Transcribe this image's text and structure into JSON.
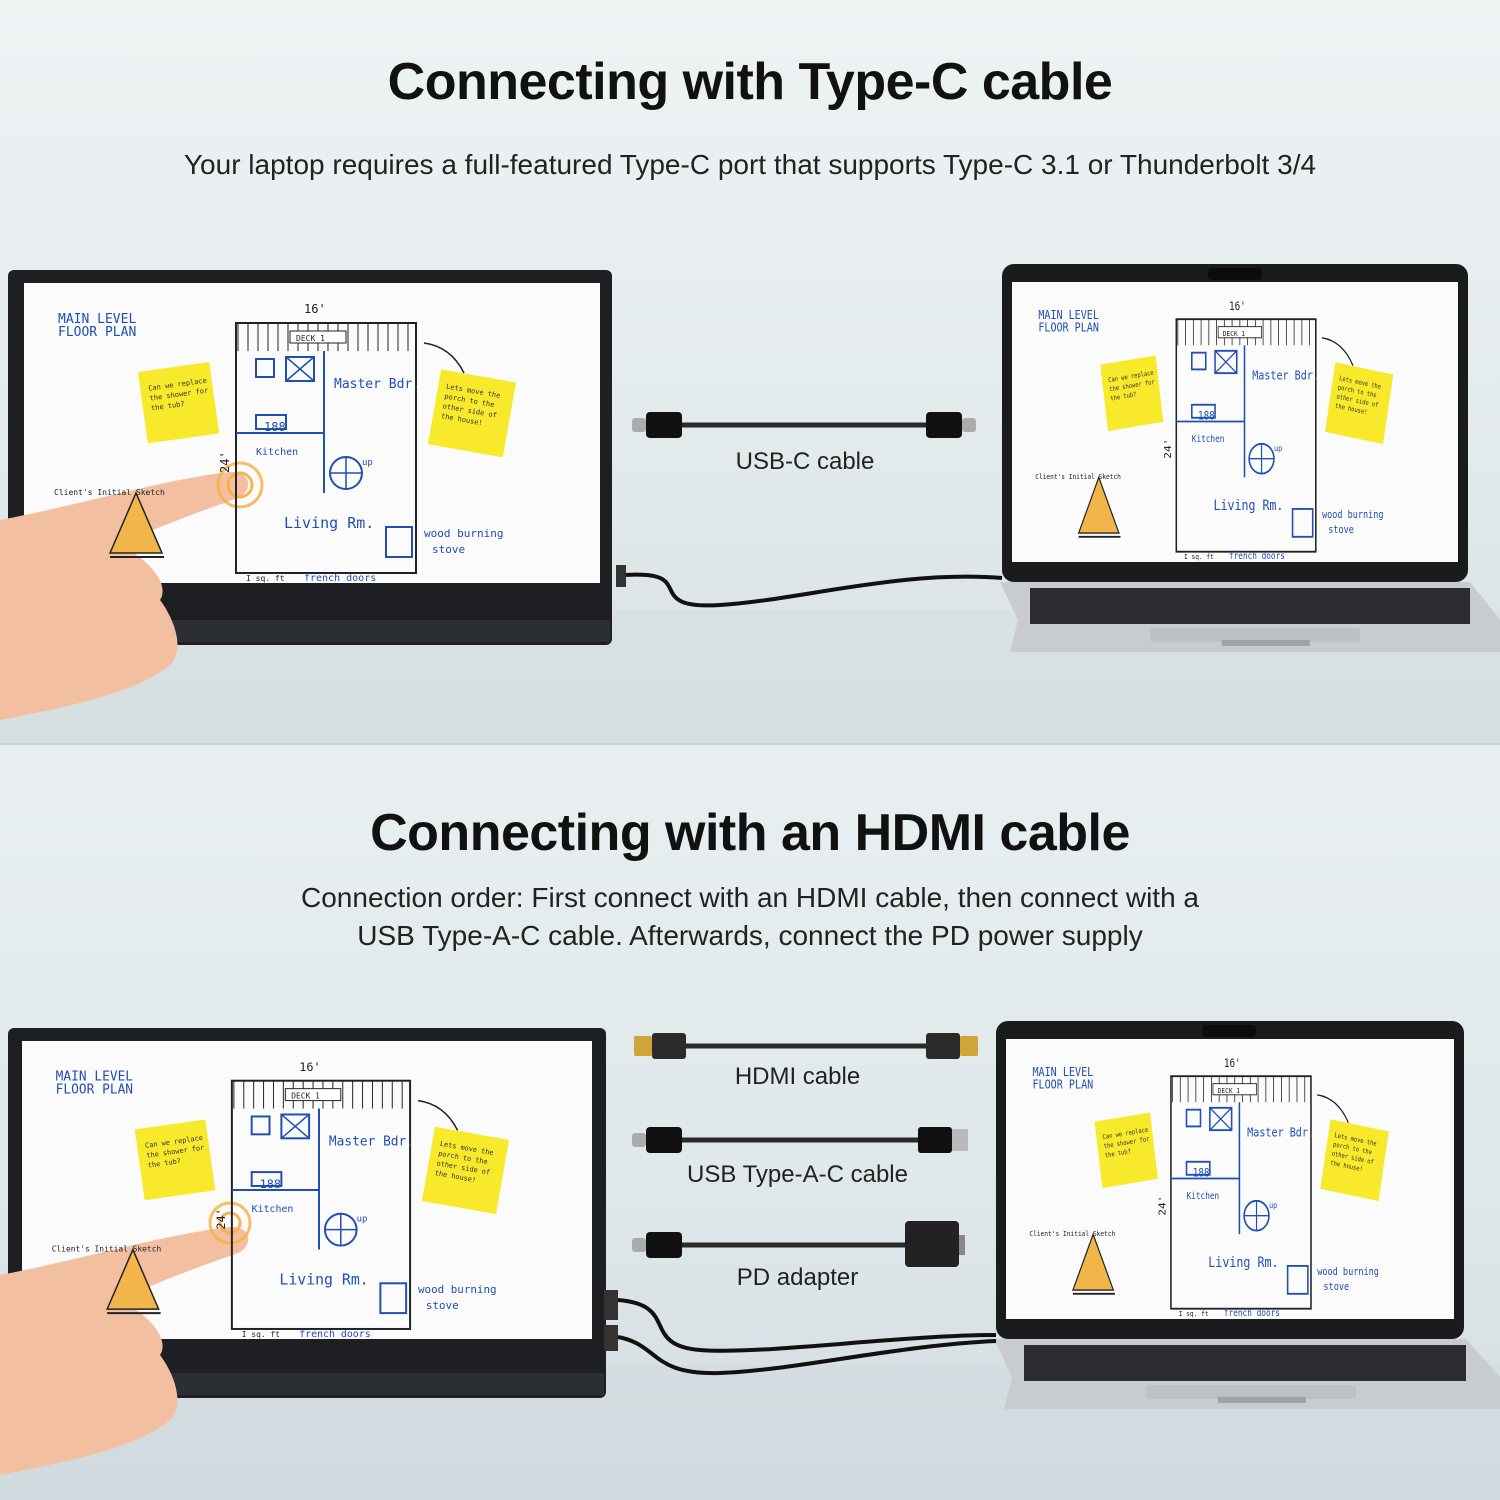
{
  "top": {
    "title": "Connecting with Type-C cable",
    "subtitle": "Your laptop requires a full-featured Type-C port that supports Type-C 3.1 or Thunderbolt 3/4",
    "cables": [
      {
        "label": "USB-C cable",
        "icon": "usb-c-cable-icon"
      }
    ]
  },
  "bottom": {
    "title": "Connecting with an HDMI cable",
    "subtitle_line1": "Connection order: First connect with an HDMI cable, then connect with a",
    "subtitle_line2": "USB Type-A-C cable. Afterwards, connect the PD power supply",
    "cables": [
      {
        "label": "HDMI cable",
        "icon": "hdmi-cable-icon"
      },
      {
        "label": "USB Type-A-C cable",
        "icon": "usb-a-c-cable-icon"
      },
      {
        "label": "PD adapter",
        "icon": "pd-adapter-icon"
      }
    ]
  },
  "floorplan": {
    "heading_line1": "MAIN LEVEL",
    "heading_line2": "FLOOR PLAN",
    "width_label": "16'",
    "height_label": "24'",
    "deck": "DECK 1",
    "master": "Master Bdr.",
    "kitchen": "Kitchen",
    "living": "Living Rm.",
    "stove_line1": "wood burning",
    "stove_line2": "stove",
    "doors": "french doors",
    "sketch": "Client's Initial Sketch",
    "note1": [
      "Can we replace",
      "the shower for",
      "the tub?"
    ],
    "note2": [
      "Lets move the",
      "porch to the",
      "other side of",
      "the house!"
    ],
    "up": "up",
    "area": "I sq. ft",
    "room_num": "188"
  },
  "colors": {
    "ink": "#1f4fb3",
    "sticky": "#f8ea2a",
    "bezel": "#1d1f22",
    "laptop_shell": "#c8ccd0"
  }
}
